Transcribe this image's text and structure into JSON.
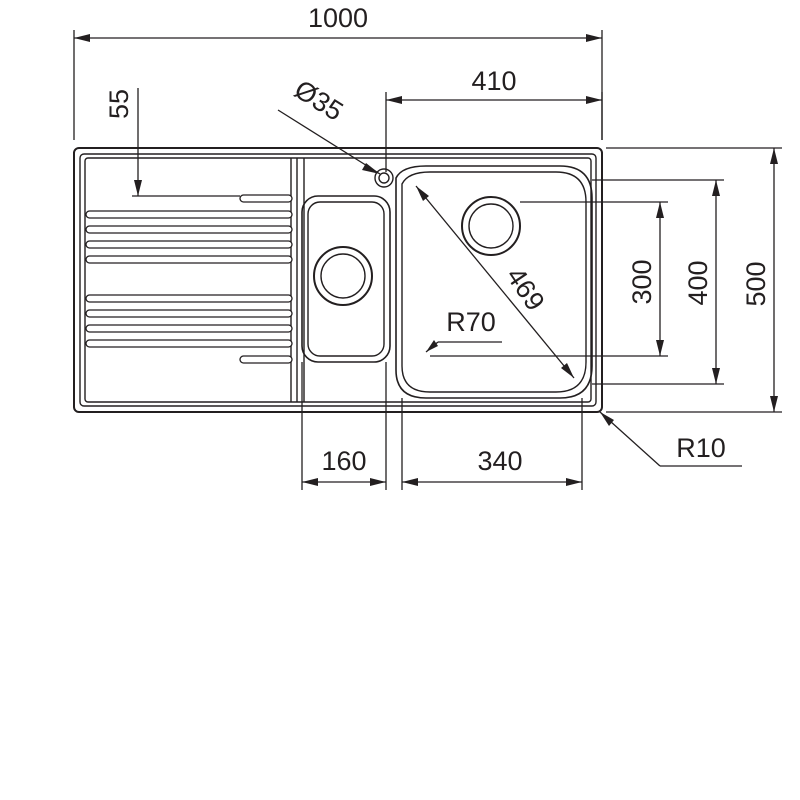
{
  "drawing": {
    "labels": {
      "overall_width": "1000",
      "drainer_offset": "55",
      "tap_hole": "Ø35",
      "main_bowl_offset": "410",
      "main_bowl_diagonal": "469",
      "bowl_depth_inner": "300",
      "bowl_depth_outer": "400",
      "overall_depth": "500",
      "corner_radius_bowl": "R70",
      "small_bowl_width": "160",
      "main_bowl_width": "340",
      "corner_radius_outer": "R10"
    }
  }
}
